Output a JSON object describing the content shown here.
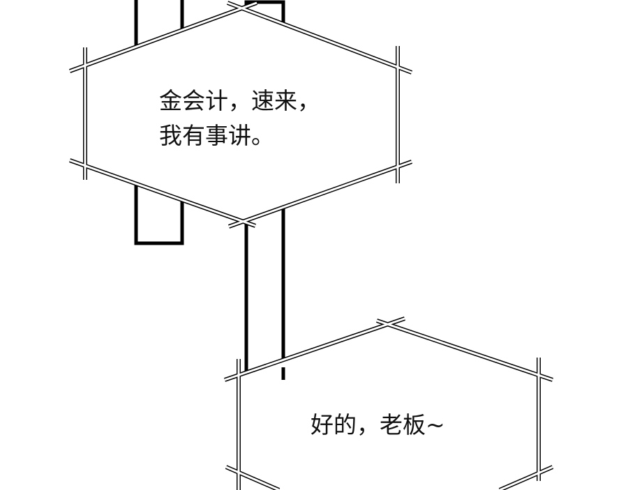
{
  "bubbles": [
    {
      "lines": [
        "金会计，速来，",
        "我有事讲。"
      ]
    },
    {
      "lines": [
        "好的，老板~"
      ]
    }
  ],
  "colors": {
    "ink": "#000000",
    "paper": "#ffffff"
  }
}
